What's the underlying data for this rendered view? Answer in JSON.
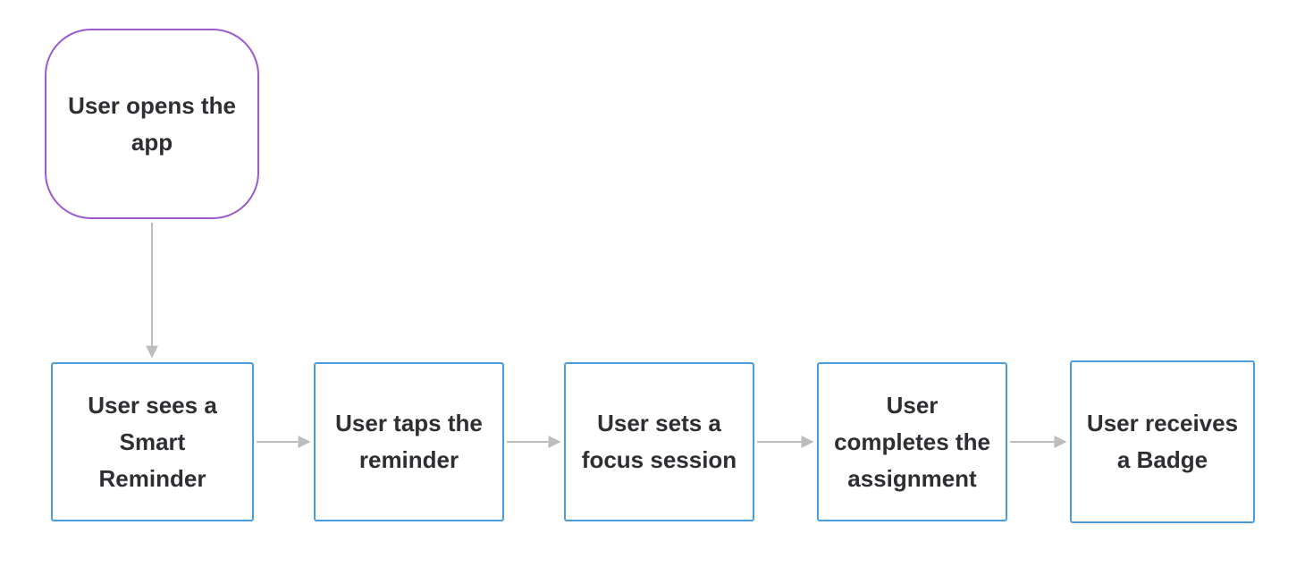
{
  "diagram": {
    "start_node": {
      "label": "User opens the\napp"
    },
    "steps": [
      {
        "label": "User sees a\nSmart\nReminder"
      },
      {
        "label": "User taps the\nreminder"
      },
      {
        "label": "User sets a\nfocus session"
      },
      {
        "label": "User\ncompletes the\nassignment"
      },
      {
        "label": "User receives\na Badge"
      }
    ],
    "colors": {
      "start_border": "#9b59d0",
      "step_border": "#4a9ee0",
      "connector": "#bdbdbd",
      "text": "#2f2f33"
    }
  }
}
